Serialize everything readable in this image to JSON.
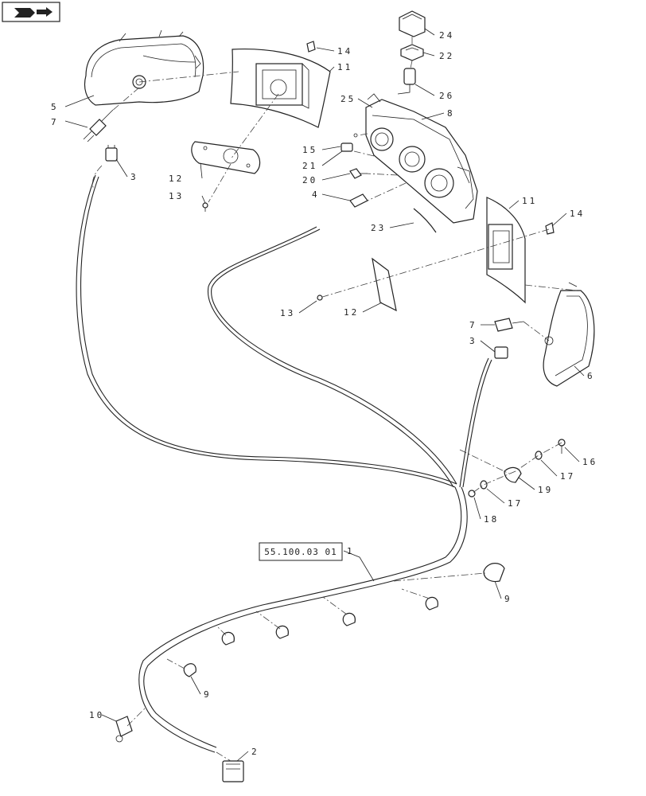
{
  "icons": {
    "nav": "book-arrow-icon"
  },
  "reference": {
    "label": "55.100.03 01"
  },
  "callouts": [
    {
      "id": "c5",
      "text": "5"
    },
    {
      "id": "c7a",
      "text": "7"
    },
    {
      "id": "c3a",
      "text": "3"
    },
    {
      "id": "c14a",
      "text": "14"
    },
    {
      "id": "c11a",
      "text": "11"
    },
    {
      "id": "c12a",
      "text": "12"
    },
    {
      "id": "c13a",
      "text": "13"
    },
    {
      "id": "c24",
      "text": "24"
    },
    {
      "id": "c22",
      "text": "22"
    },
    {
      "id": "c26",
      "text": "26"
    },
    {
      "id": "c25",
      "text": "25"
    },
    {
      "id": "c8",
      "text": "8"
    },
    {
      "id": "c15",
      "text": "15"
    },
    {
      "id": "c21",
      "text": "21"
    },
    {
      "id": "c20",
      "text": "20"
    },
    {
      "id": "c4",
      "text": "4"
    },
    {
      "id": "c23",
      "text": "23"
    },
    {
      "id": "c11b",
      "text": "11"
    },
    {
      "id": "c14b",
      "text": "14"
    },
    {
      "id": "c13b",
      "text": "13"
    },
    {
      "id": "c12b",
      "text": "12"
    },
    {
      "id": "c7b",
      "text": "7"
    },
    {
      "id": "c3b",
      "text": "3"
    },
    {
      "id": "c6",
      "text": "6"
    },
    {
      "id": "c16",
      "text": "16"
    },
    {
      "id": "c17a",
      "text": "17"
    },
    {
      "id": "c19",
      "text": "19"
    },
    {
      "id": "c17b",
      "text": "17"
    },
    {
      "id": "c18",
      "text": "18"
    },
    {
      "id": "c1",
      "text": "1"
    },
    {
      "id": "c9a",
      "text": "9"
    },
    {
      "id": "c9b",
      "text": "9"
    },
    {
      "id": "c10",
      "text": "10"
    },
    {
      "id": "c2",
      "text": "2"
    }
  ]
}
